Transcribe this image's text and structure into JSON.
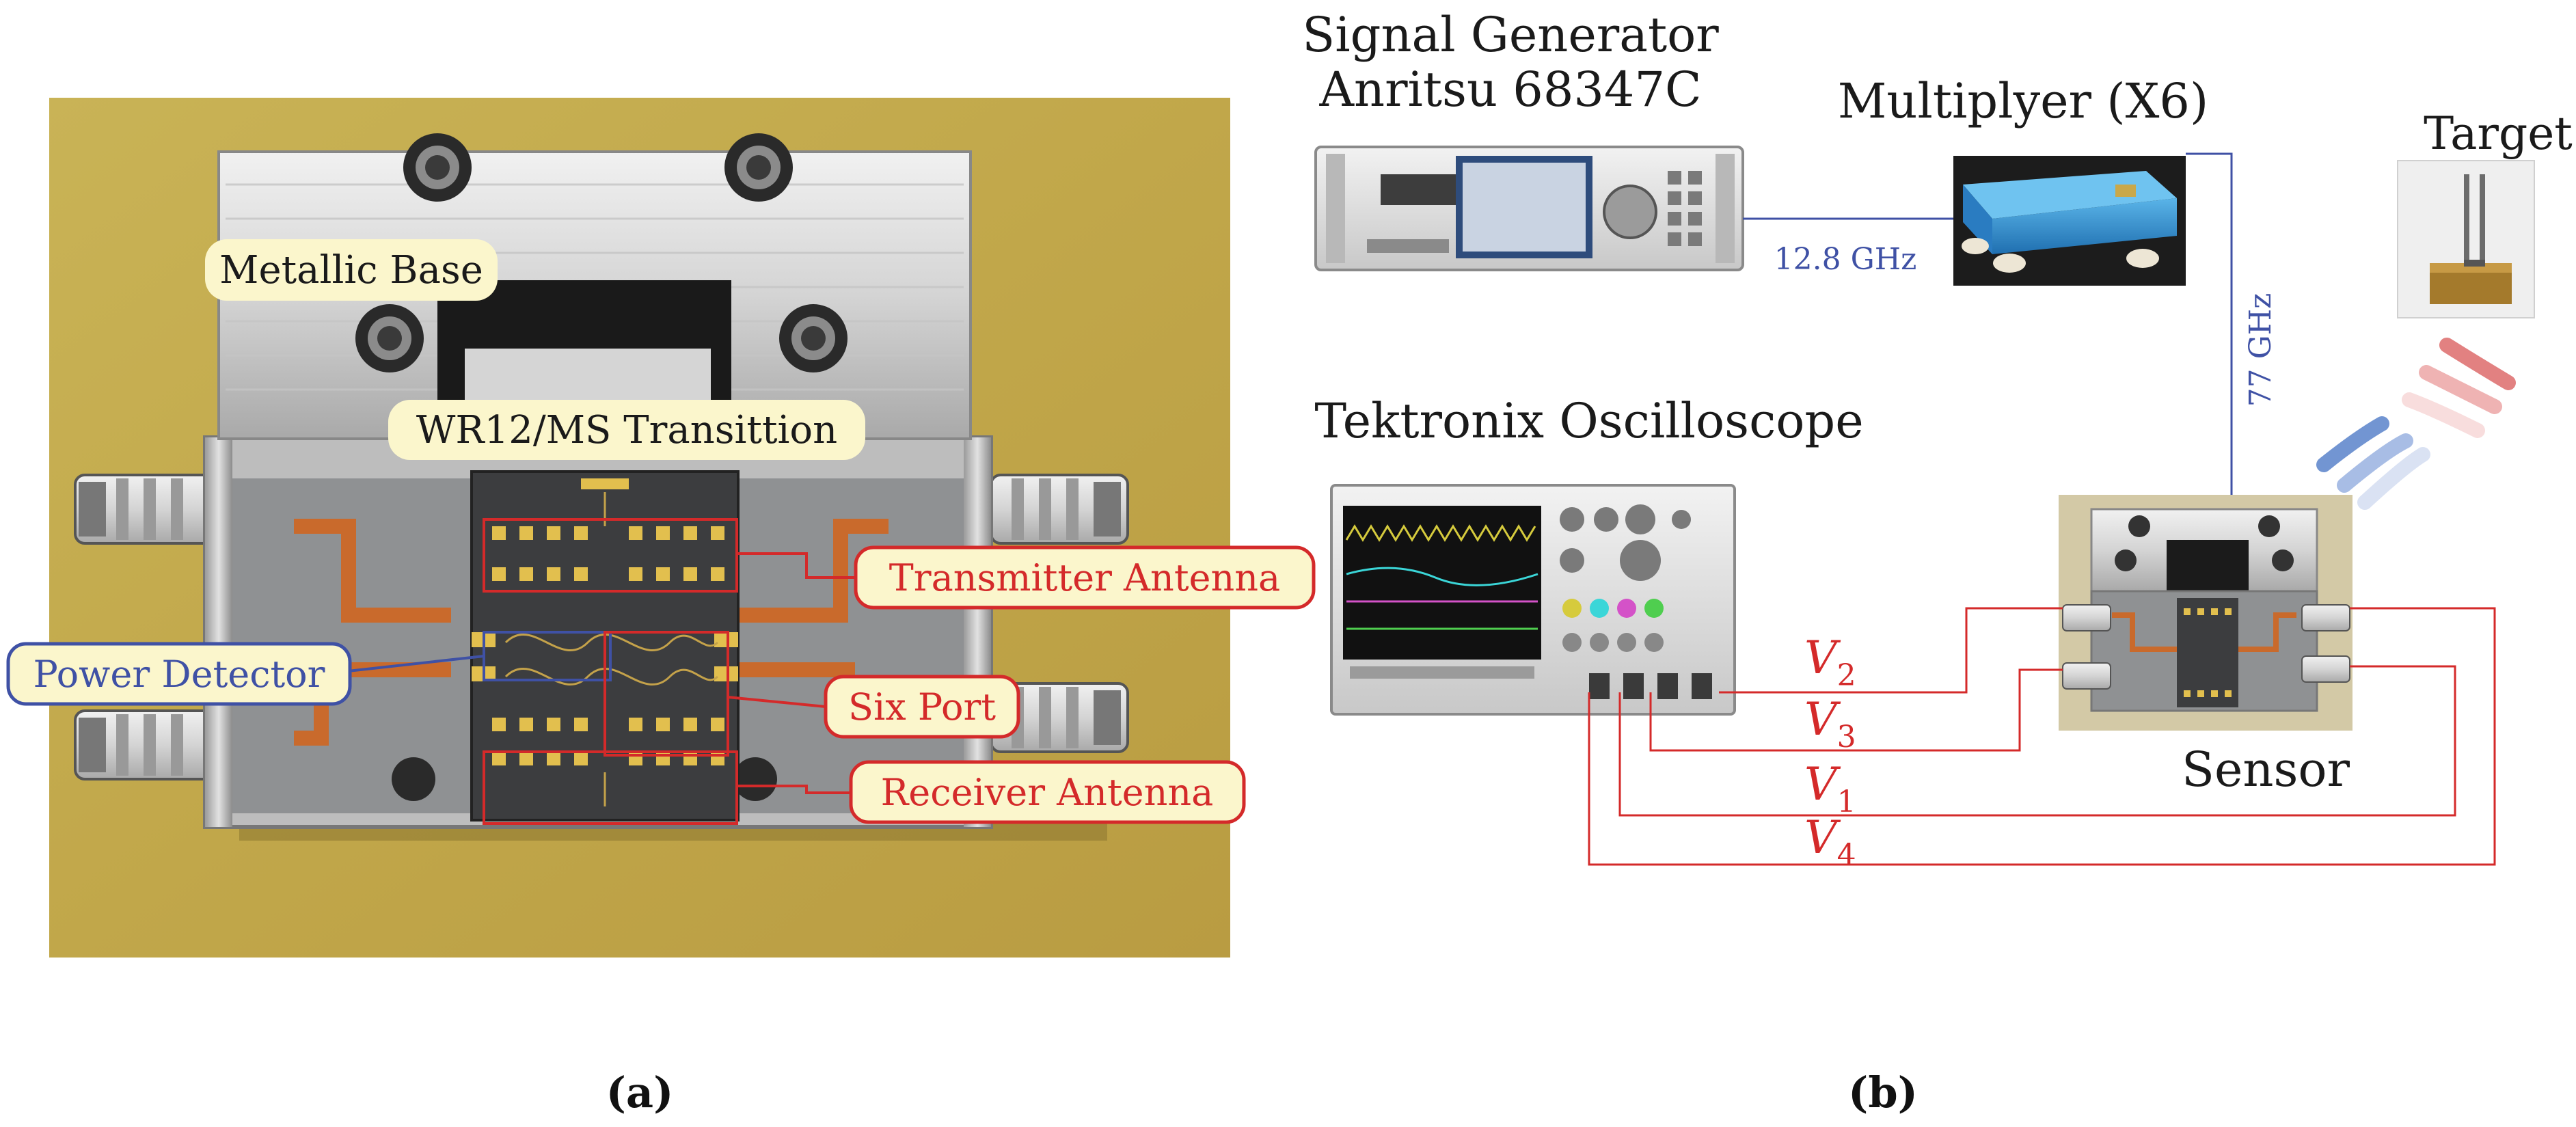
{
  "panel_a": {
    "caption": "(a)",
    "labels": {
      "metallic_base": "Metallic Base",
      "transition": "WR12/MS Transittion",
      "transmitter_antenna": "Transmitter Antenna",
      "power_detector": "Power Detector",
      "six_port": "Six Port",
      "receiver_antenna": "Receiver Antenna"
    }
  },
  "panel_b": {
    "caption": "(b)",
    "signal_generator": {
      "line1": "Signal Generator",
      "line2": "Anritsu 68347C"
    },
    "multiplier": "Multiplyer (X6)",
    "target": "Target",
    "oscilloscope": "Tektronix Oscilloscope",
    "sensor": "Sensor",
    "freq_in": "12.8 GHz",
    "freq_out": "77 GHz",
    "voltages": [
      {
        "base": "V",
        "sub": "2"
      },
      {
        "base": "V",
        "sub": "3"
      },
      {
        "base": "V",
        "sub": "1"
      },
      {
        "base": "V",
        "sub": "4"
      }
    ]
  },
  "colors": {
    "red": "#d42a2a",
    "blue": "#3f51a5",
    "label_fill": "#fbf6cc",
    "background_photo": "#c2aa4c"
  }
}
